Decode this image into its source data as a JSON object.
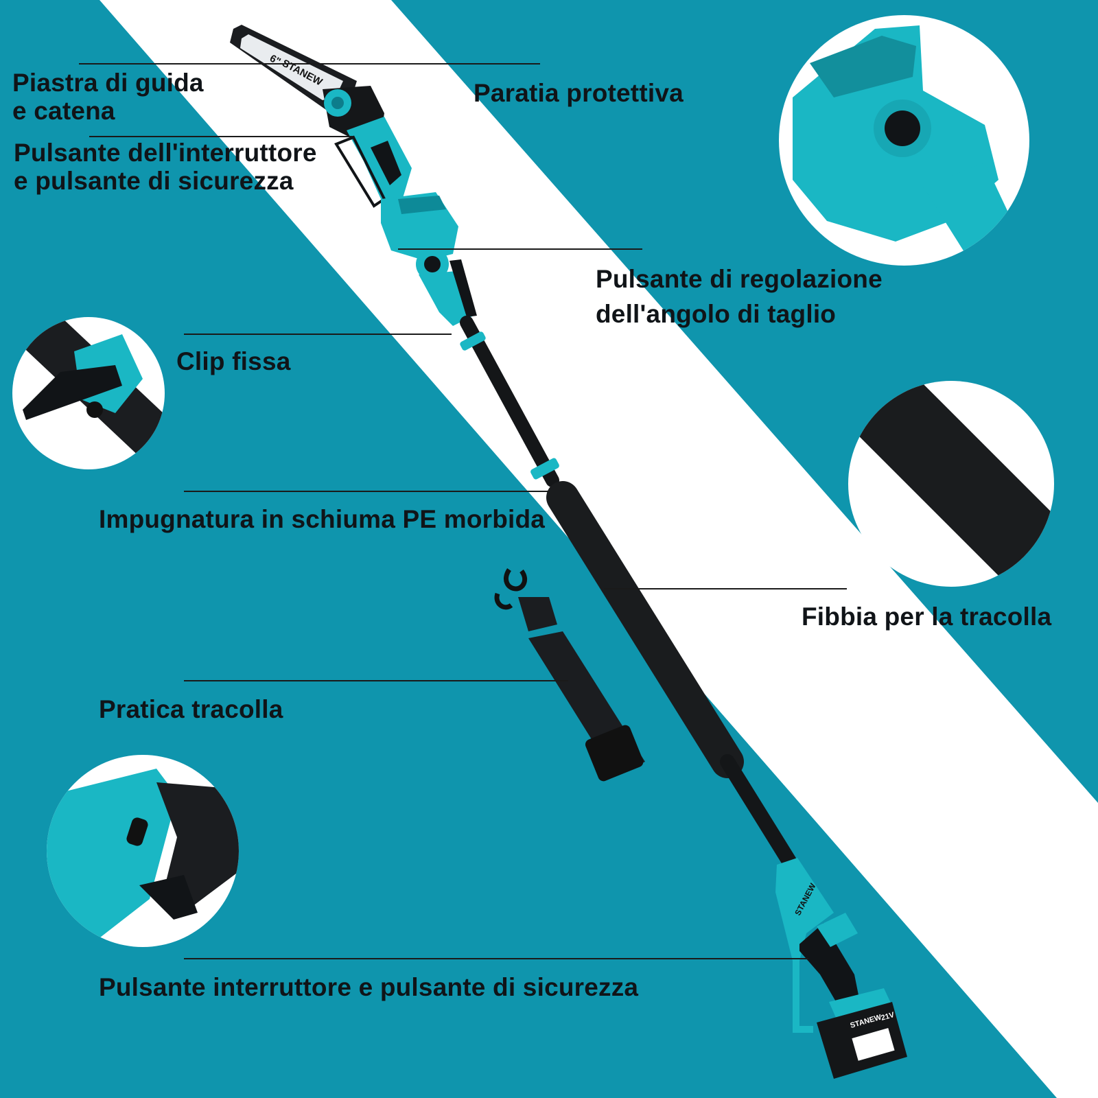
{
  "labels": {
    "guide_plate": "Piastra di guida\ne catena",
    "guard": "Paratia protettiva",
    "switch_top": "Pulsante dell'interruttore\ne pulsante di sicurezza",
    "angle_button": "Pulsante di regolazione\ndell'angolo di taglio",
    "fixed_clip": "Clip fissa",
    "foam_grip": "Impugnatura in schiuma PE morbida",
    "buckle": "Fibbia per la tracolla",
    "strap": "Pratica tracolla",
    "switch_bottom": "Pulsante interruttore e pulsante di sicurezza"
  },
  "product": {
    "bar_size": "6\"",
    "brand_bar": "STANEW",
    "brand_handle": "STANEW",
    "battery_brand": "STANEW",
    "battery_voltage": "21V"
  },
  "colors": {
    "background": "#0f95ad",
    "stripe": "#ffffff",
    "tool_teal": "#1ab7c4",
    "tool_dark": "#111417"
  }
}
